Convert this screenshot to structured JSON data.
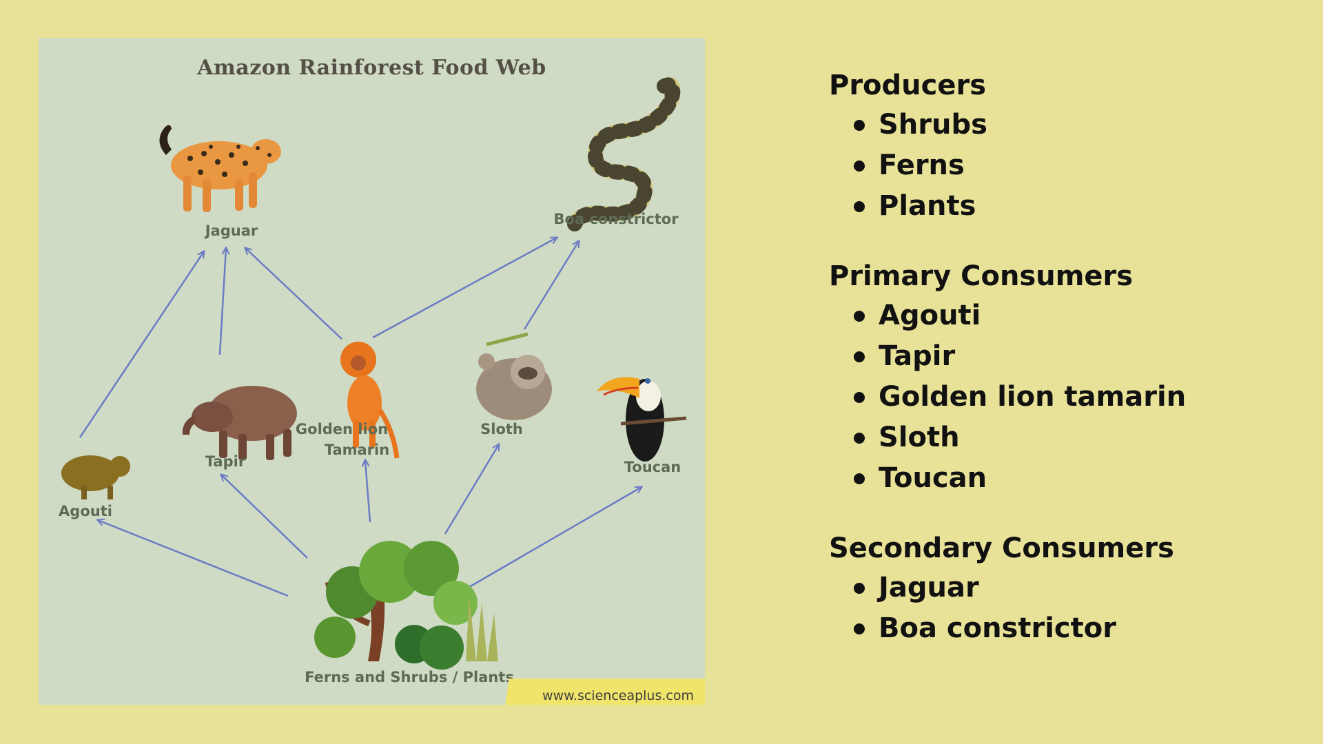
{
  "diagram": {
    "title": "Amazon Rainforest Food Web",
    "nodes": {
      "jaguar": "Jaguar",
      "boa": "Boa constrictor",
      "tapir": "Tapir",
      "tamarin_line1": "Golden lion",
      "tamarin_line2": "Tamarin",
      "sloth": "Sloth",
      "toucan": "Toucan",
      "agouti": "Agouti",
      "plants": "Ferns and Shrubs / Plants"
    },
    "watermark": "www.scienceaplus.com",
    "arrow_color": "#6b7bc4"
  },
  "legend": {
    "producers": {
      "heading": "Producers",
      "items": [
        "Shrubs",
        "Ferns",
        "Plants"
      ]
    },
    "primary": {
      "heading": "Primary Consumers",
      "items": [
        "Agouti",
        "Tapir",
        "Golden lion tamarin",
        "Sloth",
        "Toucan"
      ]
    },
    "secondary": {
      "heading": "Secondary Consumers",
      "items": [
        "Jaguar",
        "Boa constrictor"
      ]
    }
  },
  "colors": {
    "background": "#e8e198",
    "panel": "#cfdbc5"
  }
}
